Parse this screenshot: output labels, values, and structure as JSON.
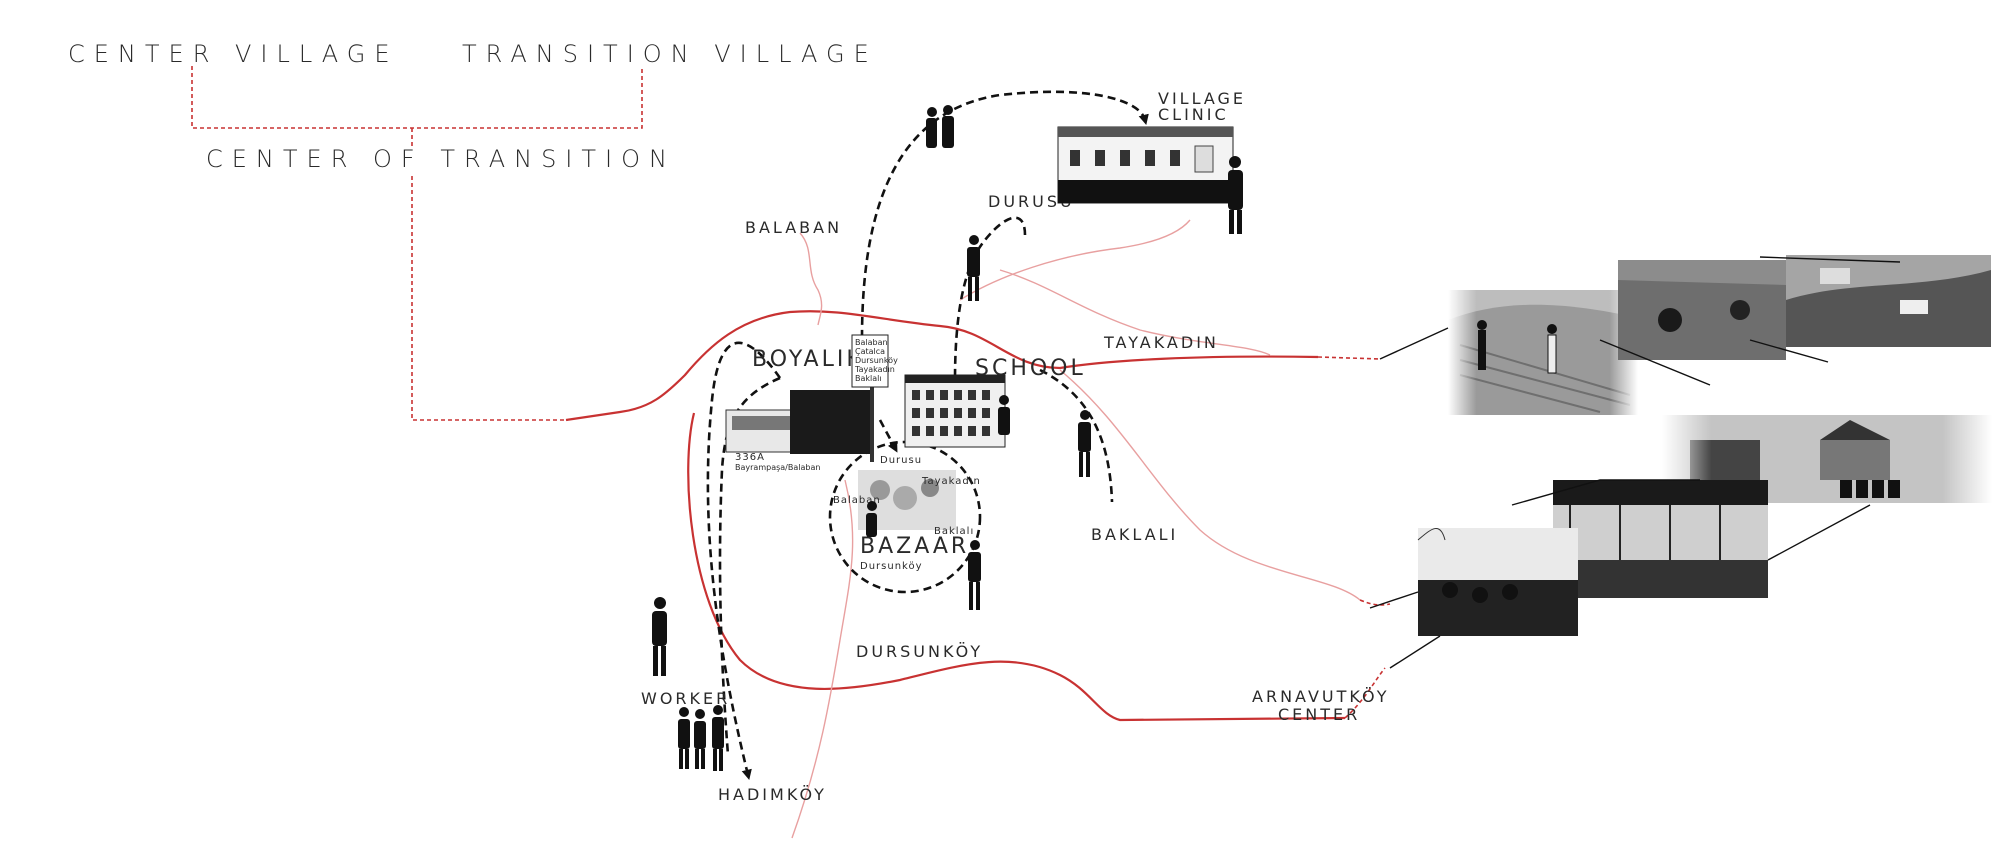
{
  "legend": {
    "center_village": "CENTER VILLAGE",
    "transition_village": "TRANSITION VILLAGE",
    "center_of_transition": "CENTER OF TRANSITION"
  },
  "places": {
    "balaban": "BALABAN",
    "durusu": "DURUSU",
    "tayakadin": "TAYAKADIN",
    "baklali": "BAKLALI",
    "dursunkoy": "DURSUNKÖY",
    "hadimkoy": "HADIMKÖY",
    "arnavutkoy_line1": "ARNAVUTKÖY",
    "arnavutkoy_line2": "CENTER"
  },
  "nodes": {
    "village_clinic_line1": "VILLAGE",
    "village_clinic_line2": "CLINIC",
    "boyalik": "BOYALIK",
    "school": "SCHOOL",
    "bazaar": "BAZAAR",
    "worker": "WORKER"
  },
  "bus": {
    "route": "336A",
    "stops": "Bayrampaşa/Balaban"
  },
  "bazaar_labels": {
    "durusu": "Durusu",
    "balaban": "Balaban",
    "tayakadin": "Tayakadın",
    "baklali": "Baklalı",
    "dursunkoy": "Dursunköy"
  },
  "sign_lines": [
    "Balaban",
    "Çatalca",
    "Dursunköy",
    "Tayakadın",
    "Baklalı"
  ],
  "colors": {
    "road": "#c83232",
    "road_light": "#e8a0a0",
    "ink": "#111111",
    "background": "#ffffff"
  }
}
